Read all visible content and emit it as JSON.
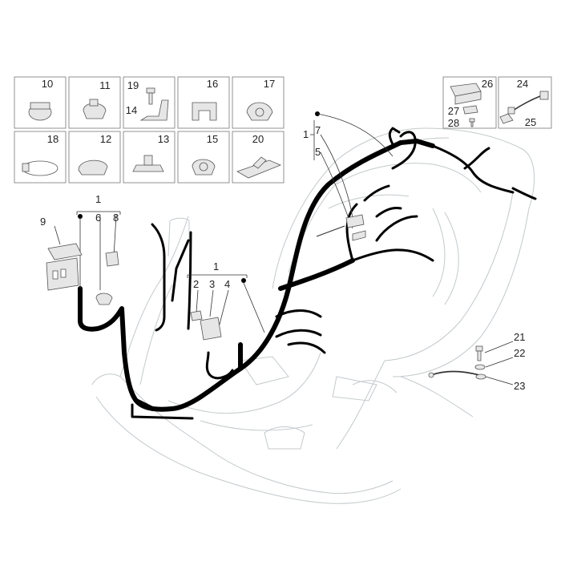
{
  "parts_grid": [
    {
      "label": "10"
    },
    {
      "label": "11"
    },
    {
      "label": "19"
    },
    {
      "label": "14"
    },
    {
      "label": "16"
    },
    {
      "label": "17"
    },
    {
      "label": "18"
    },
    {
      "label": "12"
    },
    {
      "label": "13"
    },
    {
      "label": "15"
    },
    {
      "label": "20"
    }
  ],
  "parts_right": [
    {
      "label": "26"
    },
    {
      "label": "27"
    },
    {
      "label": "28"
    },
    {
      "label": "24"
    },
    {
      "label": "25"
    }
  ],
  "callouts": [
    {
      "label": "1"
    },
    {
      "label": "7"
    },
    {
      "label": "5"
    },
    {
      "label": "1"
    },
    {
      "label": "6"
    },
    {
      "label": "8"
    },
    {
      "label": "9"
    },
    {
      "label": "1"
    },
    {
      "label": "2"
    },
    {
      "label": "3"
    },
    {
      "label": "4"
    },
    {
      "label": "21"
    },
    {
      "label": "22"
    },
    {
      "label": "23"
    }
  ]
}
